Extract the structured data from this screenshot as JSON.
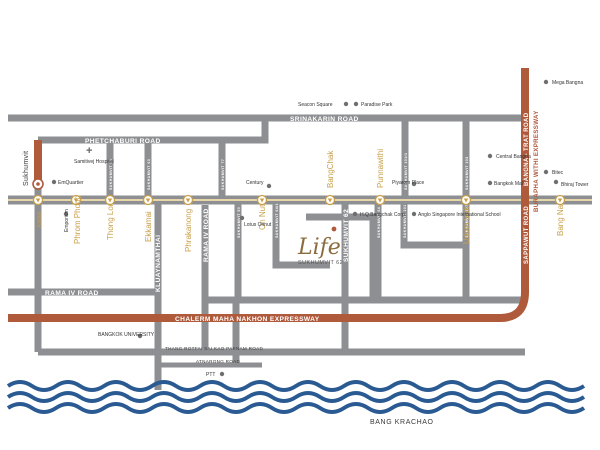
{
  "roads": {
    "srinakarin": "SRINAKARIN ROAD",
    "phetchaburi": "PHETCHABURI ROAD",
    "rama4": "RAMA IV ROAD",
    "chalerm": "CHALERM MAHA NAKHON EXPRESSWAY",
    "thang_rotfai": "THANG ROTFAI SAI KAO PAKNAM ROAD",
    "atnarong": "ATNARONG ROAD",
    "kluaynamthai": "KLUAYNAMTHAI",
    "rama4_vertical": "RAMA IV ROAD",
    "sukhumvit62": "SUKHUMVIT 62",
    "sapphawut": "SAPPAWUT ROAD",
    "bangna_trat": "BANGNA - TRAT ROAD",
    "burapha": "BURAPHA WITHI EXPRESSWAY",
    "sukhumvit": "Sukhumvit",
    "soi_55": "SUKHUMVIT 55",
    "soi_63": "SUKHUMVIT 63",
    "soi_77": "SUKHUMVIT 77",
    "soi_50": "SUKHUMVIT 50",
    "soi_64": "SUKHUMVIT 64/1",
    "soi_101": "SUKHUMVIT 101/1",
    "soi_103": "SUKHUMVIT 103",
    "soi_64b": "SUKHUMVIT 64",
    "soi_101b": "SUKHUMVIT 101",
    "soi_93": "SUKHUMVIT 93",
    "soi_107": "SUKHUMVIT 107"
  },
  "stations": {
    "asok": "Asoke",
    "phrom_phong": "Phrom Phong",
    "thong_lor": "Thong Lor",
    "ekkamai": "Ekkamai",
    "phrakanong": "Phrakanong",
    "on_nut": "On Nut",
    "bangchak": "BangChak",
    "punnawithi": "Punnawithi",
    "udom_suk": "Udom Suk",
    "bang_na": "Bang Na"
  },
  "pois": {
    "seacon": "Seacon Square",
    "paradise": "Paradise Park",
    "mega_bangna": "Mega Bangna",
    "samitivej": "Samitivej Hospital",
    "emquartier": "EmQuartier",
    "emporium": "Emporium",
    "century": "Century",
    "lotus": "Lotus Onnut",
    "hq": "H.Q.Bangchak Corp.",
    "piyarom": "Piyarom Place",
    "anglo": "Anglo Singapore International School",
    "central_bangna": "Central Bangna",
    "bangkok_mall": "Bangkok Mall",
    "bitec": "Bitec",
    "bhiraj": "Bhiraj Tower",
    "bangkok_university": "BANGKOK UNIVERSITY",
    "ptt": "PTT",
    "bang_krachao": "BANG KRACHAO"
  },
  "project": {
    "logo": "Life",
    "subtitle": "SUKHUMVIT 62"
  },
  "colors": {
    "road": "#8e8f92",
    "expressway": "#b05a3c",
    "river": "#2a5a92",
    "station": "#c9a04a"
  }
}
